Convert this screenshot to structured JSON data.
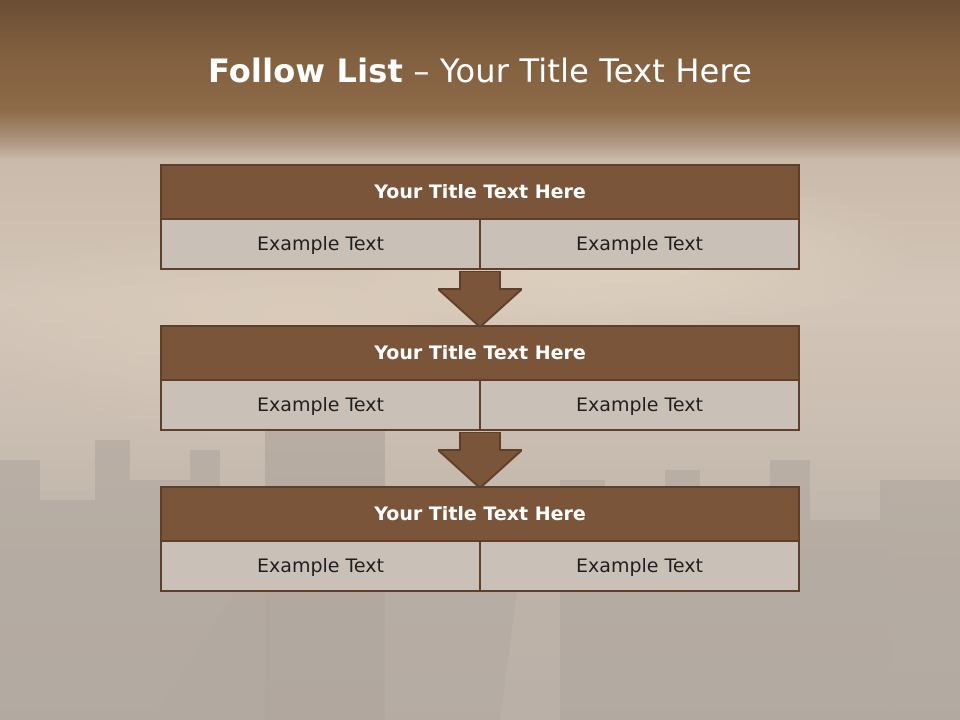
{
  "slide": {
    "title_bold": "Follow List",
    "title_rest": " – Your Title Text Here"
  },
  "steps": [
    {
      "title": "Your Title Text Here",
      "left": "Example Text",
      "right": "Example Text"
    },
    {
      "title": "Your Title Text Here",
      "left": "Example Text",
      "right": "Example Text"
    },
    {
      "title": "Your Title Text Here",
      "left": "Example Text",
      "right": "Example Text"
    }
  ],
  "colors": {
    "header_fill": "#7a5539",
    "header_border": "#5e3f29",
    "cell_fill": "#c9c0b8",
    "banner": "#81603f",
    "title_text": "#ffffff"
  },
  "icons": {
    "connector": "down-arrow-icon"
  }
}
